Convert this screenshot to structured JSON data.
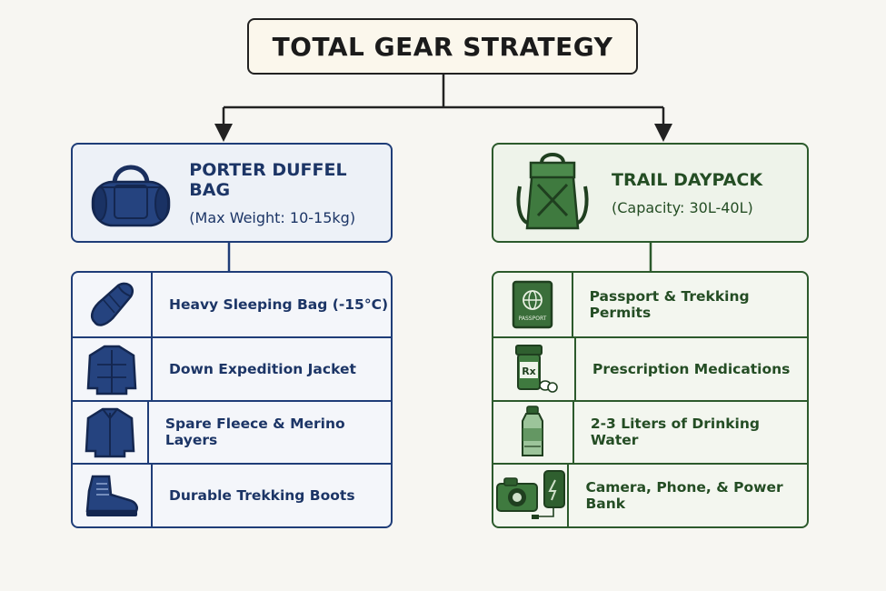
{
  "root": {
    "title": "TOTAL GEAR STRATEGY"
  },
  "colors": {
    "navy": "#1f3d78",
    "green": "#2c5a2c",
    "root_border": "#222222"
  },
  "left": {
    "title": "PORTER DUFFEL BAG",
    "subtitle": "(Max Weight: 10-15kg)",
    "icon": "duffel-bag-icon",
    "items": [
      {
        "label": "Heavy Sleeping Bag (-15°C)",
        "icon": "sleeping-bag-icon"
      },
      {
        "label": "Down Expedition Jacket",
        "icon": "down-jacket-icon"
      },
      {
        "label": "Spare Fleece & Merino Layers",
        "icon": "fleece-jacket-icon"
      },
      {
        "label": "Durable Trekking Boots",
        "icon": "trekking-boot-icon"
      }
    ]
  },
  "right": {
    "title": "TRAIL DAYPACK",
    "subtitle": "(Capacity: 30L-40L)",
    "icon": "backpack-icon",
    "items": [
      {
        "label": "Passport & Trekking Permits",
        "icon": "passport-icon",
        "icon_text": "PASSPORT"
      },
      {
        "label": "Prescription Medications",
        "icon": "pill-bottle-icon",
        "icon_text": "Rx"
      },
      {
        "label": "2-3 Liters of Drinking Water",
        "icon": "water-bottle-icon"
      },
      {
        "label": "Camera, Phone, & Power Bank",
        "icon": "camera-phone-icon"
      }
    ]
  }
}
